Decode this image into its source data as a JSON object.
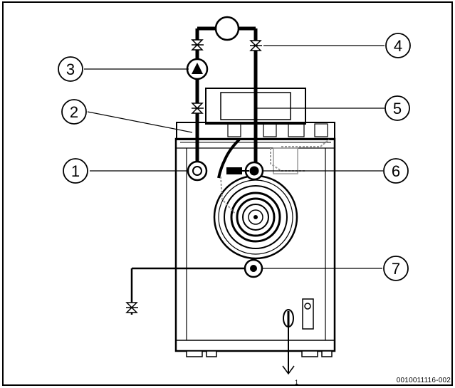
{
  "callouts": [
    {
      "id": "callout-1",
      "label": "1"
    },
    {
      "id": "callout-2",
      "label": "2"
    },
    {
      "id": "callout-3",
      "label": "3"
    },
    {
      "id": "callout-4",
      "label": "4"
    },
    {
      "id": "callout-5",
      "label": "5"
    },
    {
      "id": "callout-6",
      "label": "6"
    },
    {
      "id": "callout-7",
      "label": "7"
    }
  ],
  "figure_id": "0010011116-002",
  "colors": {
    "stroke": "#000000",
    "gray": "#9a9a9a",
    "background": "#ffffff"
  }
}
